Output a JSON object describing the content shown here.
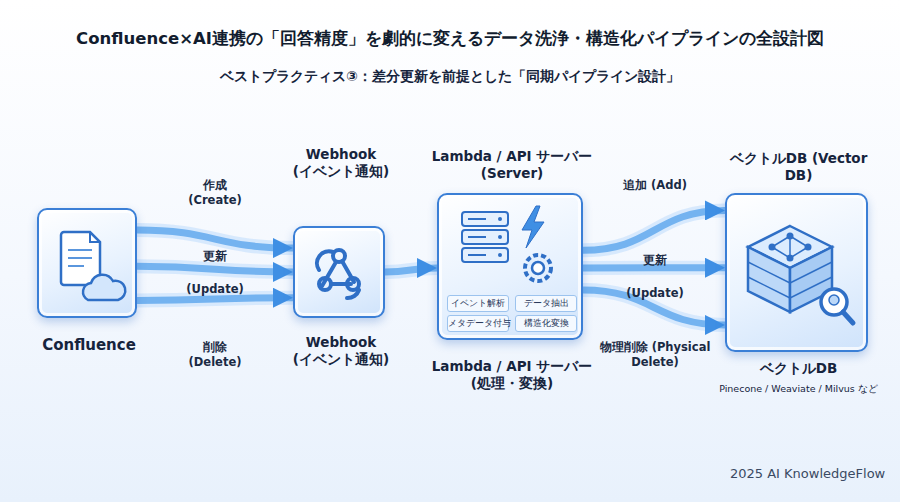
{
  "diagram": {
    "title": "Confluence×AI連携の「回答精度」を劇的に変えるデータ洗浄・構造化パイプラインの全設計図",
    "nodes": [
      {
        "text": [
          "Confluence"
        ]
      },
      {
        "text": [
          "Webhook (イベント通知)",
          "Webhook (イベント通知)"
        ]
      },
      {
        "text": [
          "Lambda / API サーバー (Server)",
          "イベント解析",
          "データ抽出",
          "メタデータ付与",
          "構造化変換",
          "Lambda / API サーバー (処理・変換)"
        ]
      },
      {
        "text": [
          "ベクトルDB (Vector DB)",
          "ベクトルDB",
          "Pinecone / Weaviate / Milvus など"
        ]
      }
    ],
    "edges": [
      {
        "from": 0,
        "to": 1,
        "label": "作成 (Create)",
        "arrow": "to"
      },
      {
        "from": 0,
        "to": 1,
        "label": "更新 (Update)",
        "arrow": "to"
      },
      {
        "from": 0,
        "to": 1,
        "label": "削除 (Delete)",
        "arrow": "to"
      },
      {
        "from": 1,
        "to": 2,
        "arrow": "to"
      },
      {
        "from": 2,
        "to": 3,
        "label": "追加 (Add)",
        "arrow": "to"
      },
      {
        "from": 2,
        "to": 3,
        "label": "更新 (Update)",
        "arrow": "to"
      },
      {
        "from": 2,
        "to": 3,
        "label": "物理削除 (Physical Delete)",
        "arrow": "to"
      }
    ],
    "labels": [
      "ベストプラクティス③：差分更新を前提とした「同期パイプライン設計」",
      "2025 AI KnowledgeFlow"
    ]
  }
}
